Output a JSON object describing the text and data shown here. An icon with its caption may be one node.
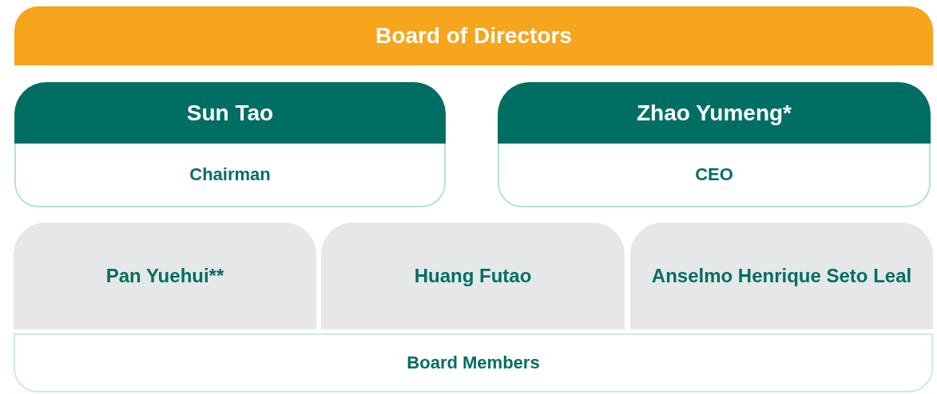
{
  "diagram": {
    "nodes": [
      {
        "text": [
          "Board of Directors"
        ]
      },
      {
        "text": [
          "Sun Tao",
          "Chairman"
        ]
      },
      {
        "text": [
          "Zhao Yumeng*",
          "CEO"
        ]
      },
      {
        "text": [
          "Pan Yuehui**"
        ]
      },
      {
        "text": [
          "Huang Futao"
        ]
      },
      {
        "text": [
          "Anselmo Henrique Seto Leal"
        ]
      },
      {
        "text": [
          "Board Members"
        ]
      }
    ],
    "edges": []
  }
}
